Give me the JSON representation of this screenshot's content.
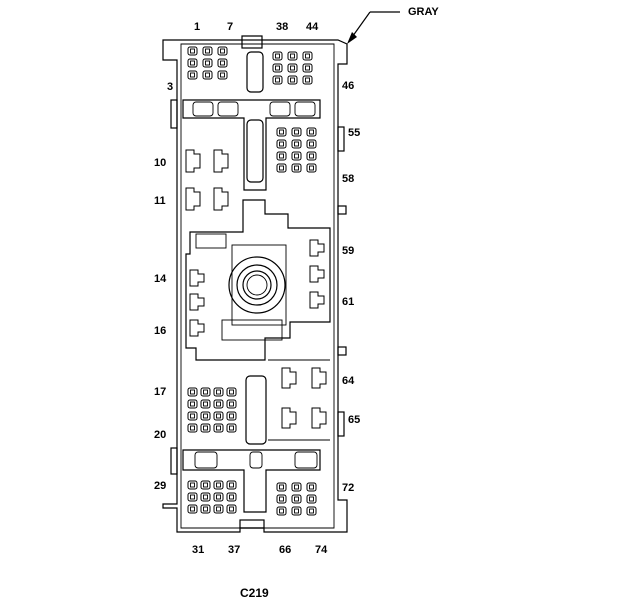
{
  "connector": {
    "name": "C219",
    "color_label": "GRAY"
  },
  "pin_labels": {
    "p1": "1",
    "p7": "7",
    "p38": "38",
    "p44": "44",
    "p3": "3",
    "p46": "46",
    "p55": "55",
    "p10": "10",
    "p58": "58",
    "p11": "11",
    "p59": "59",
    "p14": "14",
    "p61": "61",
    "p16": "16",
    "p64": "64",
    "p17": "17",
    "p65": "65",
    "p20": "20",
    "p29": "29",
    "p72": "72",
    "p31": "31",
    "p37": "37",
    "p66": "66",
    "p74": "74"
  }
}
